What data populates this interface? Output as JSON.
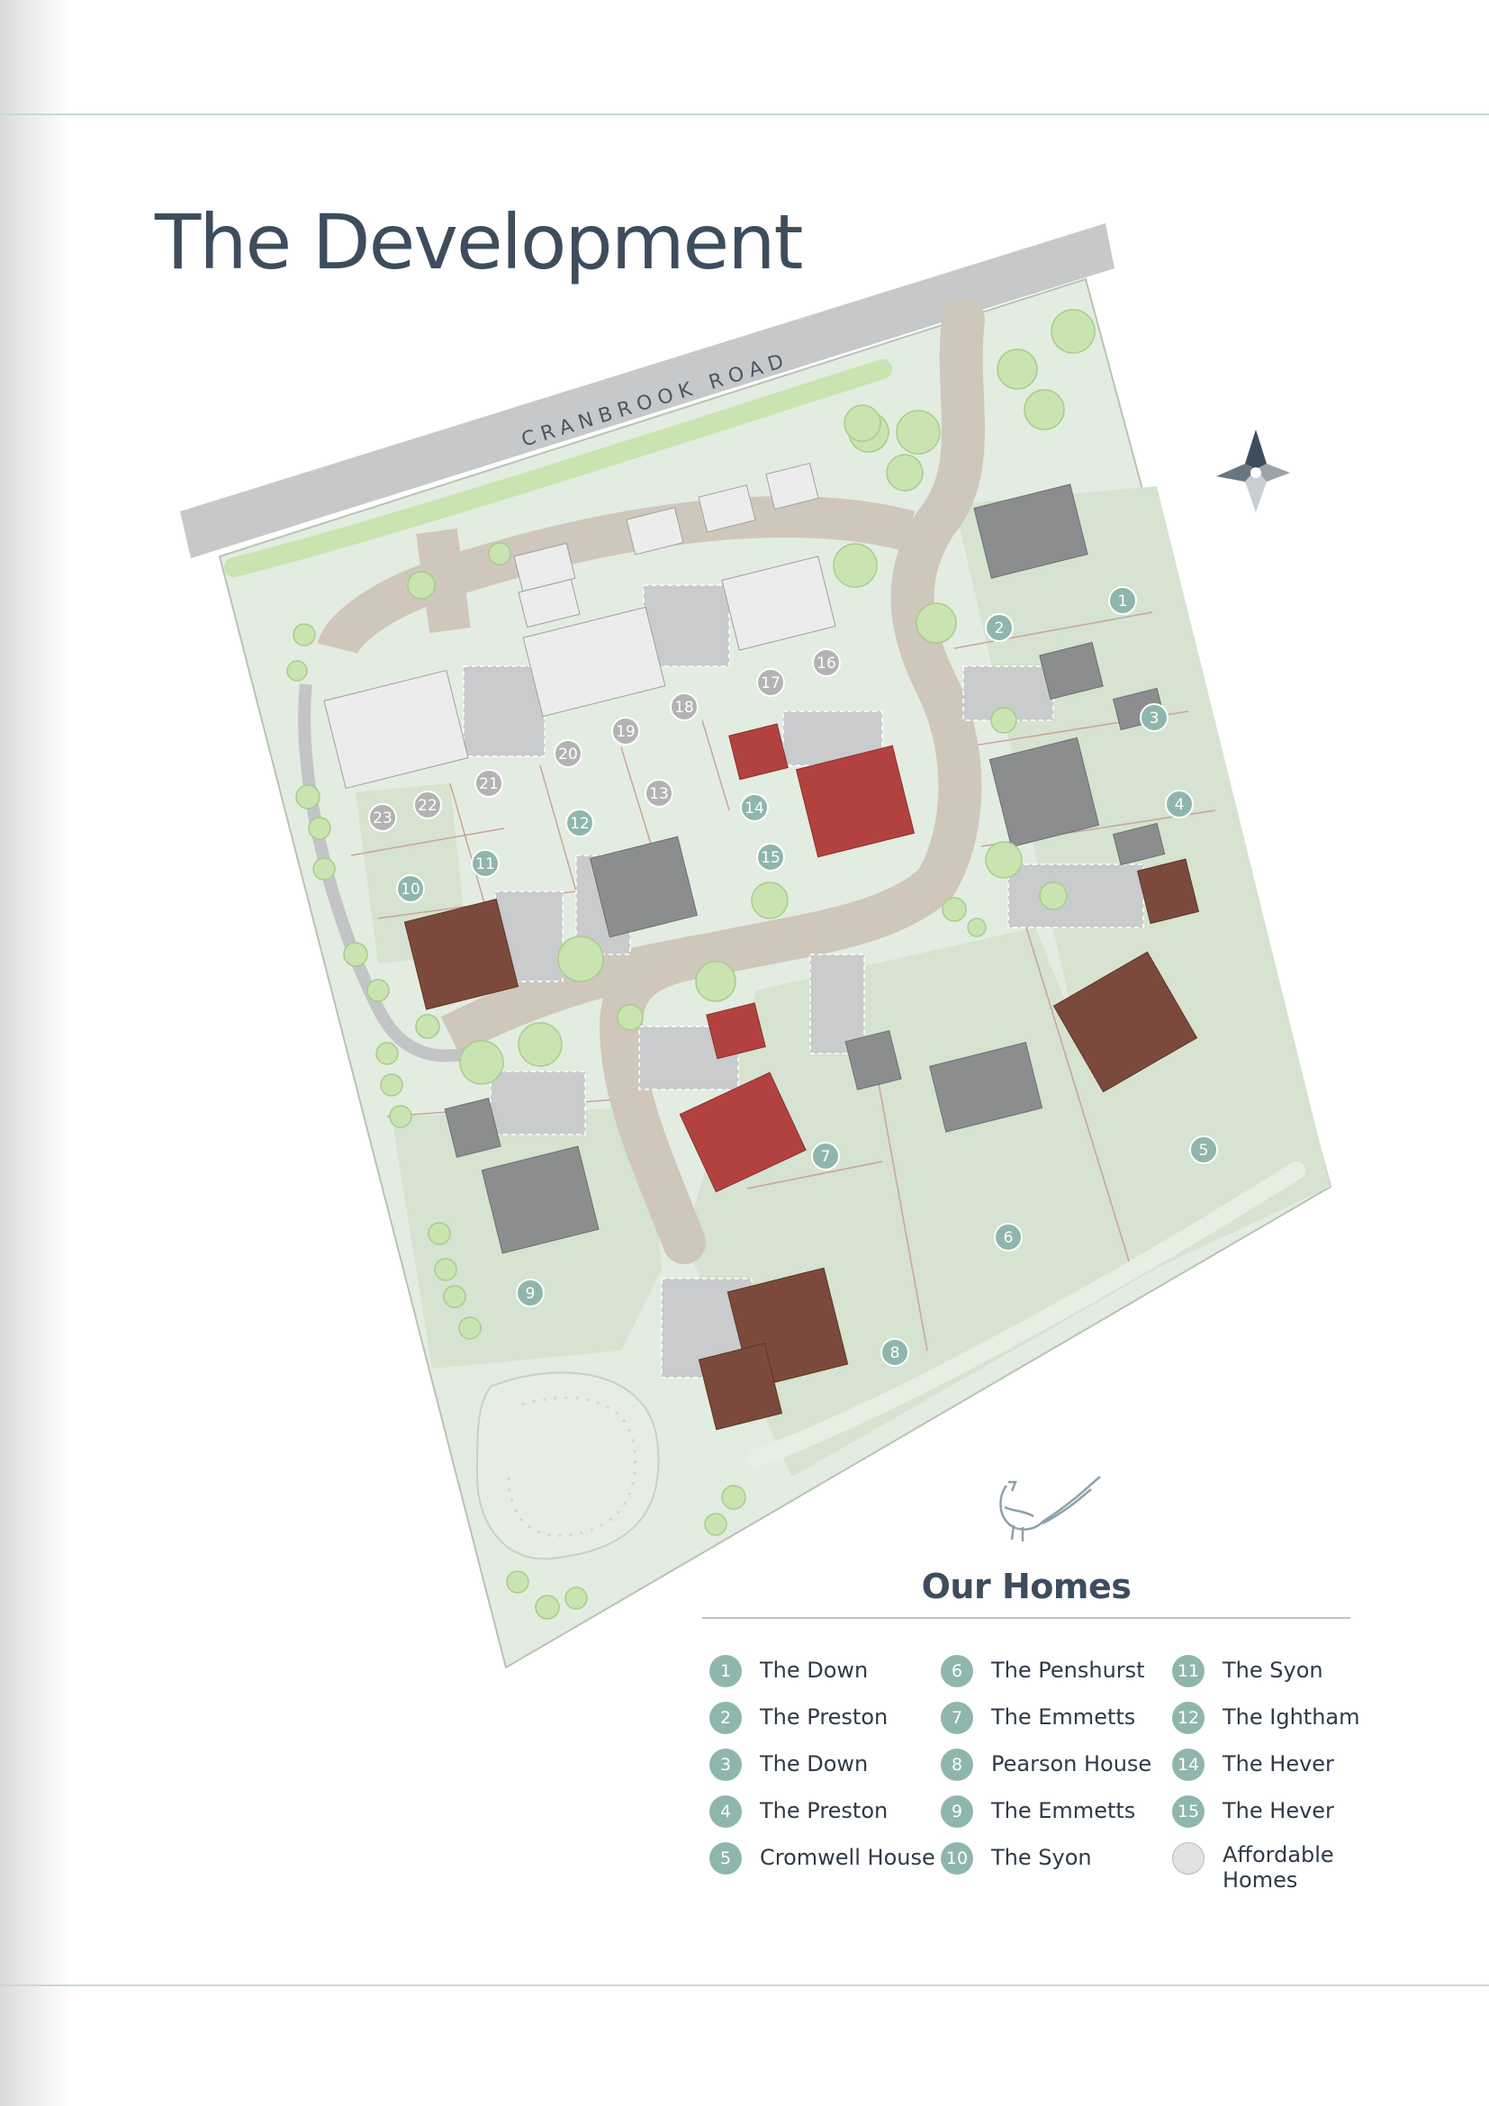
{
  "page": {
    "title": "The Development"
  },
  "map": {
    "road_name": "CRANBROOK ROAD",
    "plots": [
      {
        "id": "1",
        "label": "1",
        "kind": "private"
      },
      {
        "id": "2",
        "label": "2",
        "kind": "private"
      },
      {
        "id": "3",
        "label": "3",
        "kind": "private"
      },
      {
        "id": "4",
        "label": "4",
        "kind": "private"
      },
      {
        "id": "5",
        "label": "5",
        "kind": "private"
      },
      {
        "id": "6",
        "label": "6",
        "kind": "private"
      },
      {
        "id": "7",
        "label": "7",
        "kind": "private"
      },
      {
        "id": "8",
        "label": "8",
        "kind": "private"
      },
      {
        "id": "9",
        "label": "9",
        "kind": "private"
      },
      {
        "id": "10",
        "label": "10",
        "kind": "private"
      },
      {
        "id": "11",
        "label": "11",
        "kind": "private"
      },
      {
        "id": "12",
        "label": "12",
        "kind": "private"
      },
      {
        "id": "13",
        "label": "13",
        "kind": "affordable"
      },
      {
        "id": "14",
        "label": "14",
        "kind": "private"
      },
      {
        "id": "15",
        "label": "15",
        "kind": "private"
      },
      {
        "id": "16",
        "label": "16",
        "kind": "affordable"
      },
      {
        "id": "17",
        "label": "17",
        "kind": "affordable"
      },
      {
        "id": "18",
        "label": "18",
        "kind": "affordable"
      },
      {
        "id": "19",
        "label": "19",
        "kind": "affordable"
      },
      {
        "id": "20",
        "label": "20",
        "kind": "affordable"
      },
      {
        "id": "21",
        "label": "21",
        "kind": "affordable"
      },
      {
        "id": "22",
        "label": "22",
        "kind": "affordable"
      },
      {
        "id": "23",
        "label": "23",
        "kind": "affordable"
      }
    ]
  },
  "legend": {
    "title": "Our Homes",
    "items": [
      {
        "num": "1",
        "name": "The Down"
      },
      {
        "num": "6",
        "name": "The Penshurst"
      },
      {
        "num": "11",
        "name": "The Syon"
      },
      {
        "num": "2",
        "name": "The Preston"
      },
      {
        "num": "7",
        "name": "The Emmetts"
      },
      {
        "num": "12",
        "name": "The Ightham"
      },
      {
        "num": "3",
        "name": "The Down"
      },
      {
        "num": "8",
        "name": "Pearson House"
      },
      {
        "num": "14",
        "name": "The Hever"
      },
      {
        "num": "4",
        "name": "The Preston"
      },
      {
        "num": "9",
        "name": "The Emmetts"
      },
      {
        "num": "15",
        "name": "The Hever"
      },
      {
        "num": "5",
        "name": "Cromwell House"
      },
      {
        "num": "10",
        "name": "The Syon"
      },
      {
        "num": "",
        "name": "Affordable Homes"
      }
    ]
  },
  "colors": {
    "site_green": "#e3ece0",
    "garden_green": "#d6e4d2",
    "road": "#cfc7bb",
    "road_grey": "#c2c4c6",
    "plot_private": "#8fb6ac",
    "plot_affordable": "#b3b3b3",
    "house_grey": "#8a8c8e",
    "house_red": "#b2423f",
    "house_brown": "#7b4a3c",
    "house_white": "#e9e9e9",
    "tree": "#c9e4b0"
  }
}
